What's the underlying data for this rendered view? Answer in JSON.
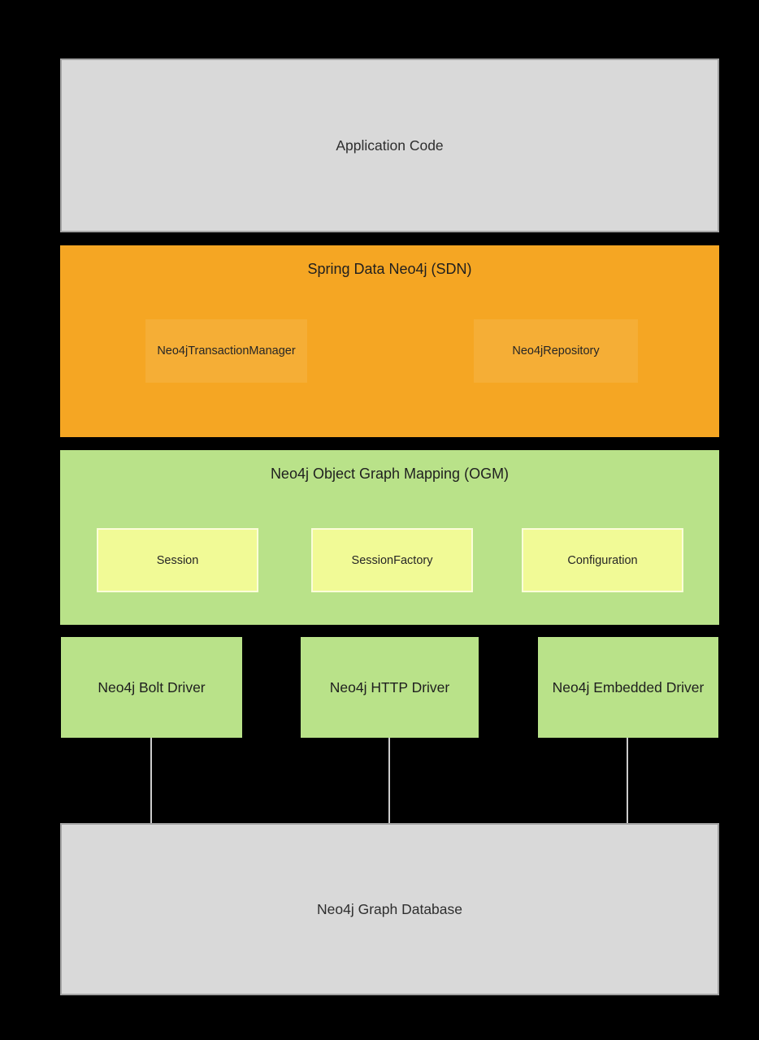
{
  "diagram": {
    "application": {
      "label": "Application Code"
    },
    "sdn": {
      "title": "Spring Data Neo4j (SDN)",
      "components": [
        {
          "label": "Neo4jTransactionManager"
        },
        {
          "label": "Neo4jRepository"
        }
      ]
    },
    "ogm": {
      "title": "Neo4j Object Graph Mapping (OGM)",
      "components": [
        {
          "label": "Session"
        },
        {
          "label": "SessionFactory"
        },
        {
          "label": "Configuration"
        }
      ]
    },
    "drivers": [
      {
        "label": "Neo4j Bolt Driver"
      },
      {
        "label": "Neo4j HTTP Driver"
      },
      {
        "label": "Neo4j Embedded Driver"
      }
    ],
    "database": {
      "label": "Neo4j Graph Database"
    },
    "colors": {
      "background": "#000000",
      "layer_gray_fill": "#d9d9d9",
      "layer_gray_border": "#a3a3a3",
      "sdn_orange": "#f5a623",
      "ogm_green": "#b9e289",
      "component_yellow": "#f1fa96",
      "component_yellow_border": "#fbfdd9",
      "connector_line": "#cccccc",
      "text_dark": "#262626"
    }
  }
}
